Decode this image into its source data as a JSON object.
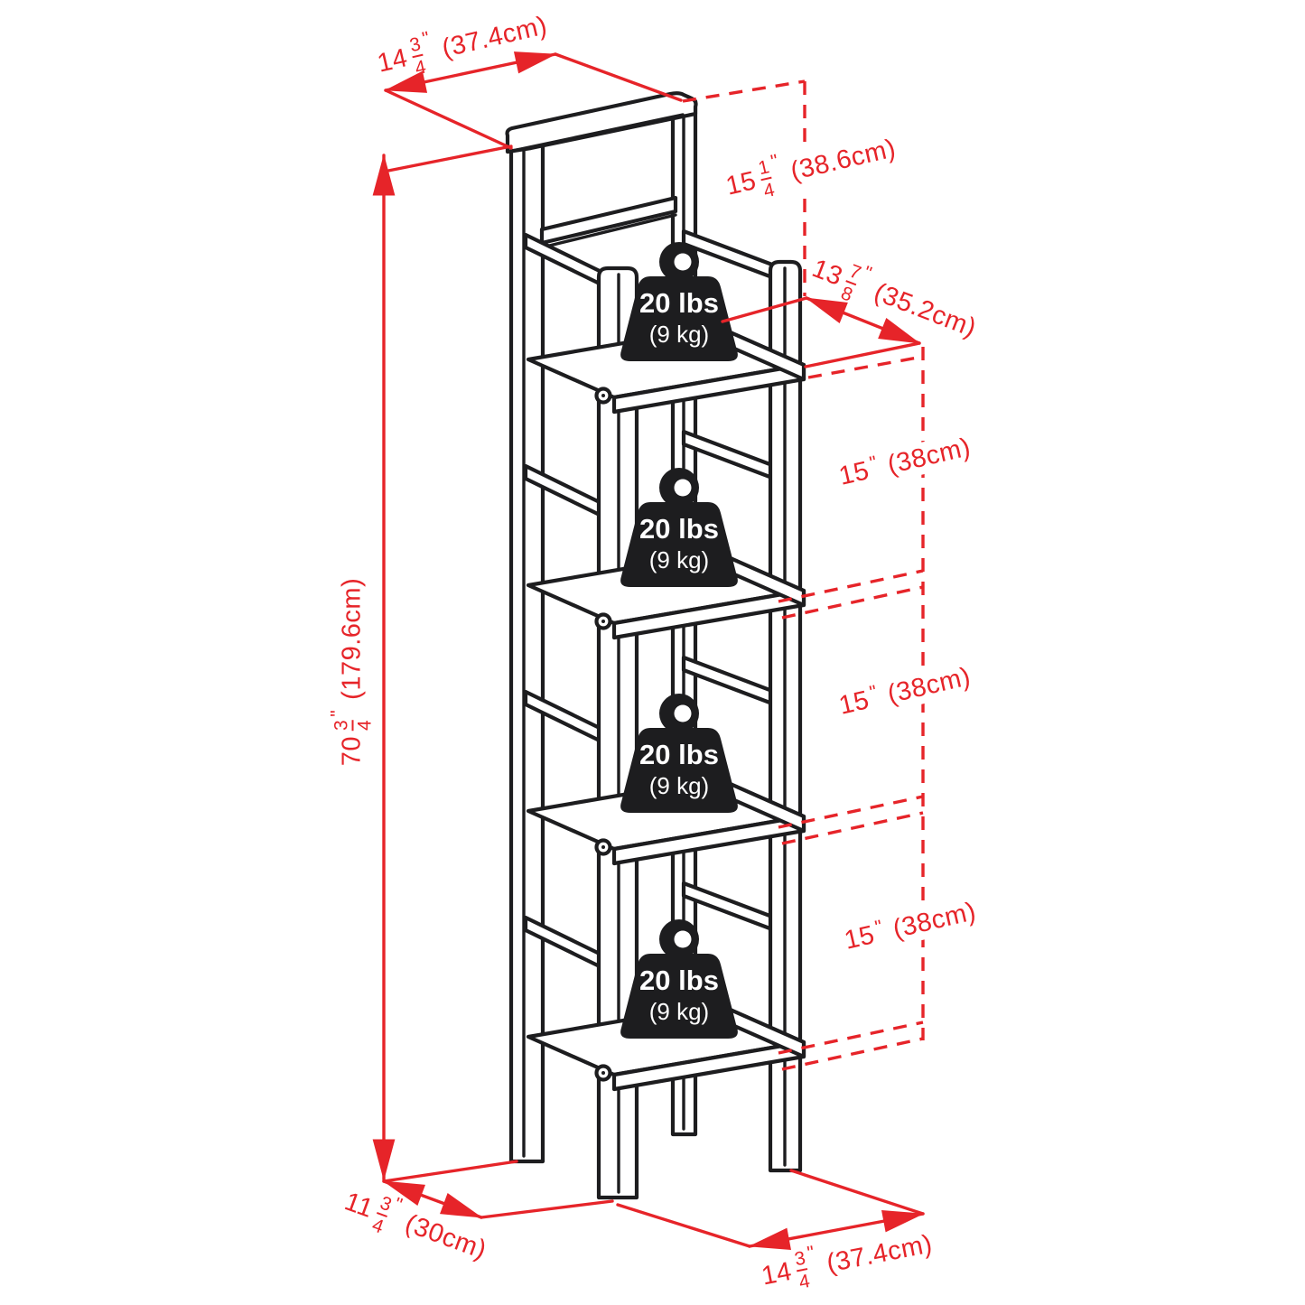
{
  "weights": [
    {
      "capacity": "20 lbs",
      "metric": "(9 kg)"
    },
    {
      "capacity": "20 lbs",
      "metric": "(9 kg)"
    },
    {
      "capacity": "20 lbs",
      "metric": "(9 kg)"
    },
    {
      "capacity": "20 lbs",
      "metric": "(9 kg)"
    }
  ],
  "dims": {
    "top_width": {
      "whole": "14",
      "num": "3",
      "den": "4",
      "unit": "\"",
      "metric": "(37.4cm)"
    },
    "upper_section_height": {
      "whole": "15",
      "num": "1",
      "den": "4",
      "unit": "\"",
      "metric": "(38.6cm)"
    },
    "shelf_depth": {
      "whole": "13",
      "num": "7",
      "den": "8",
      "unit": "\"",
      "metric": "(35.2cm)"
    },
    "shelf_spacing": {
      "whole": "15",
      "unit": "\"",
      "metric": "(38cm)"
    },
    "total_height": {
      "whole": "70",
      "num": "3",
      "den": "4",
      "unit": "\"",
      "metric": "(179.6cm)"
    },
    "base_depth": {
      "whole": "11",
      "num": "3",
      "den": "4",
      "unit": "\"",
      "metric": "(30cm)"
    },
    "base_width": {
      "whole": "14",
      "num": "3",
      "den": "4",
      "unit": "\"",
      "metric": "(37.4cm)"
    }
  },
  "colors": {
    "dimension": "#e62429",
    "linework": "#1d1d1f"
  }
}
